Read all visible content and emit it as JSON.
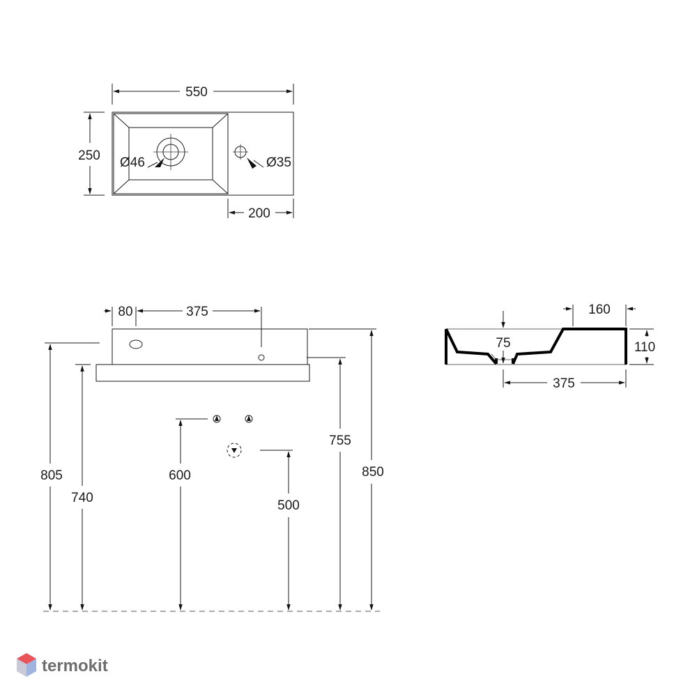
{
  "top_view": {
    "width": "550",
    "depth": "250",
    "drain_diameter": "Ø46",
    "tap_hole_diameter": "Ø35",
    "tap_offset": "200"
  },
  "front_view": {
    "drain_offset": "80",
    "drain_to_tap": "375",
    "height_805": "805",
    "height_740": "740",
    "height_600": "600",
    "height_500": "500",
    "height_755": "755",
    "height_850": "850"
  },
  "section_view": {
    "right_width": "160",
    "height": "110",
    "bowl_depth": "75",
    "drain_to_edge": "375"
  },
  "brand": {
    "name": "termokit",
    "colors": {
      "top": "#e8545a",
      "left": "#c9c9d8",
      "right": "#9fb3de"
    }
  }
}
